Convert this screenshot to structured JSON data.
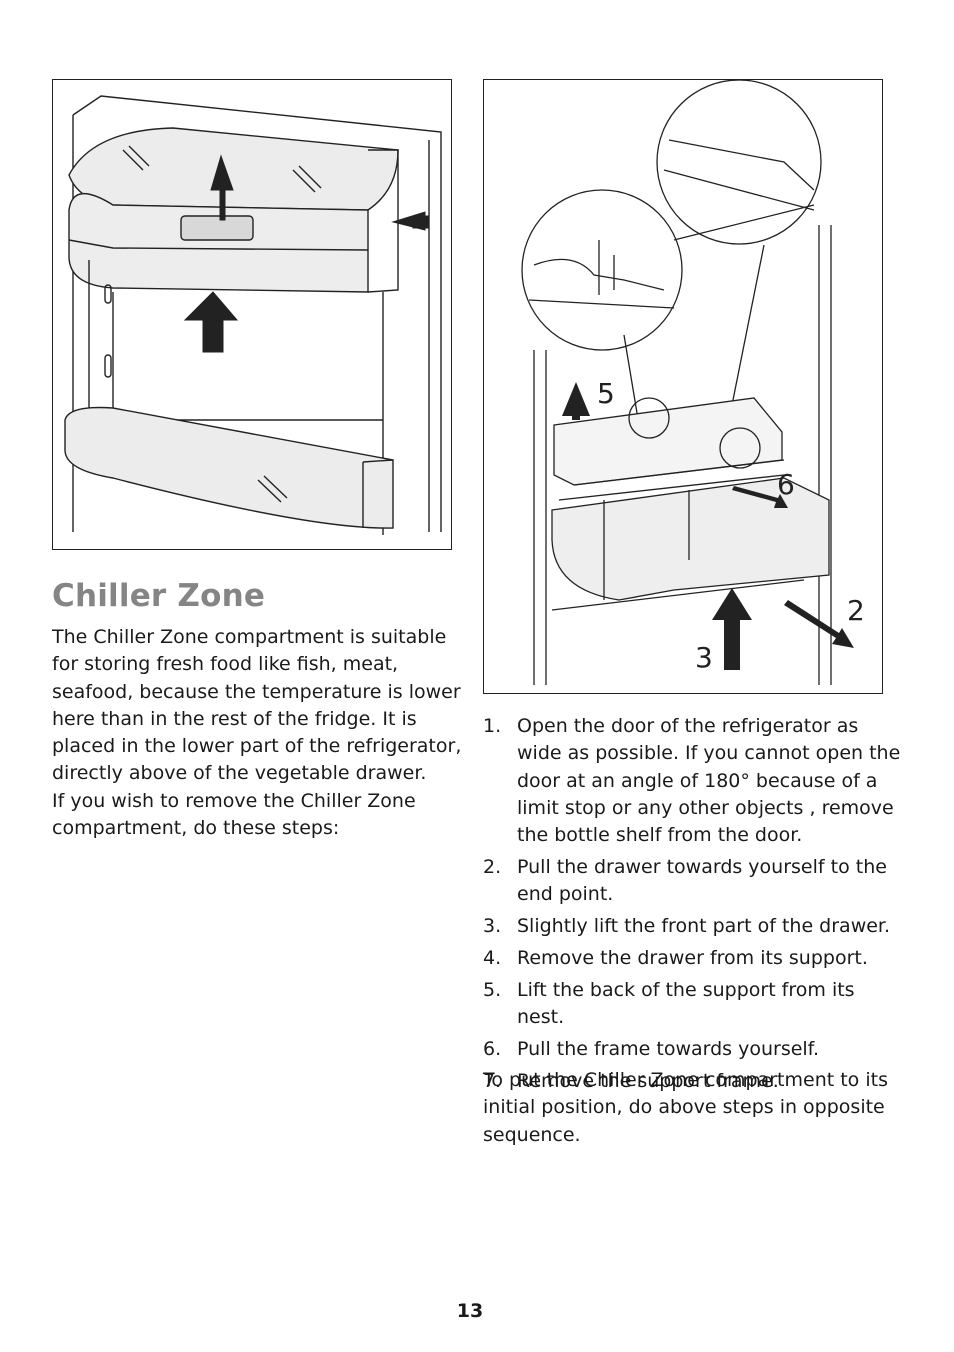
{
  "section": {
    "title": "Chiller Zone",
    "intro": [
      "The Chiller Zone compartment is suitable for storing fresh food like fish, meat, seafood, because the temperature is lower here than in the rest of the fridge. It is placed in the lower part of the refrigerator, directly above of the vegetable drawer.",
      "If you wish to remove the Chiller Zone compartment, do these steps:"
    ]
  },
  "figure_right": {
    "callouts": [
      "5",
      "6",
      "2",
      "3"
    ]
  },
  "steps": [
    {
      "num": "1.",
      "text": "Open the door of the refrigerator as wide as possible. If you cannot open the door at an angle of 180° because of a limit stop or any other objects , remove the bottle shelf from the door."
    },
    {
      "num": "2.",
      "text": "Pull the drawer towards yourself to the end point."
    },
    {
      "num": "3.",
      "text": "Slightly lift the front part of the drawer."
    },
    {
      "num": "4.",
      "text": "Remove the drawer from its support."
    },
    {
      "num": "5.",
      "text": "Lift the back of the support from its nest."
    },
    {
      "num": "6.",
      "text": "Pull the frame towards yourself."
    },
    {
      "num": "7.",
      "text": "Remove the support frame."
    }
  ],
  "outro": "To put the Chiller Zone compartment to its initial position, do above steps in opposite sequence.",
  "page_number": "13"
}
